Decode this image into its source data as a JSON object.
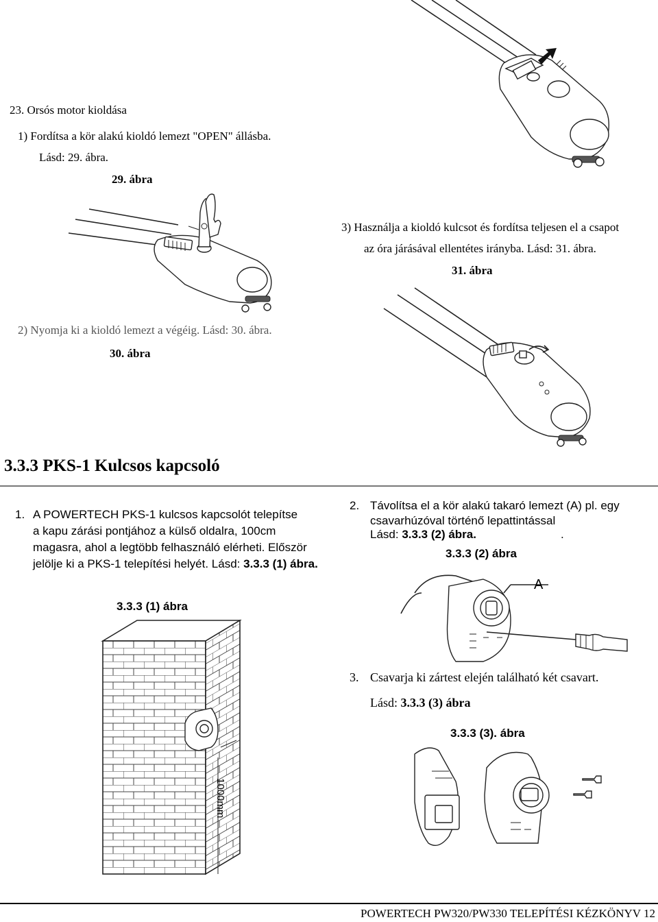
{
  "step23": {
    "heading": "23.   Orsós motor kioldása",
    "item1": "1)   Fordítsa a kör alakú kioldó lemezt \"OPEN\" állásba.",
    "item1_ref_prefix": "Lásd: ",
    "item1_ref": "29. ábra.",
    "fig29_caption": "29. ábra",
    "item2": "2)   Nyomja ki a kioldó lemezt a végéig. Lásd: ",
    "item2_ref": "30. ábra.",
    "fig30_caption": "30. ábra",
    "item3_line1": "3)   Használja a kioldó kulcsot és fordítsa teljesen el a csapot",
    "item3_line2_prefix": "az óra járásával ellentétes irányba. Lásd: ",
    "item3_ref": "31. ábra.",
    "fig31_caption": "31. ábra"
  },
  "section": {
    "title": "3.3.3 PKS-1 Kulcsos kapcsoló"
  },
  "pks1": {
    "step1_number": "1.",
    "step1_line1": "A POWERTECH PKS-1 kulcsos kapcsolót telepítse",
    "step1_line2": "a kapu zárási pontjához a külső oldalra, 100cm",
    "step1_line3": "magasra, ahol a legtöbb felhasználó elérheti. Először",
    "step1_line4_prefix": "jelölje ki a PKS-1 telepítési helyét. Lásd: ",
    "step1_ref": "3.3.3 (1) ábra.",
    "fig1_caption": "3.3.3 (1) ábra",
    "fig1_dimension": "1000mm",
    "step2_number": "2.",
    "step2_line1": "Távolítsa el a kör alakú takaró lemezt (A) pl. egy",
    "step2_line2": "csavarhúzóval történő lepattintással",
    "step2_line3_prefix": "Lásd: ",
    "step2_ref": "3.3.3 (2) ábra.",
    "step2_dot": ".",
    "fig2_caption": "3.3.3 (2) ábra",
    "fig2_label": "A",
    "step3_number": "3.",
    "step3_line1": "Csavarja ki zártest elején található két csavart.",
    "step3_line2_prefix": "Lásd: ",
    "step3_ref": "3.3.3 (3) ábra",
    "fig3_caption": "3.3.3 (3). ábra"
  },
  "footer": {
    "text": "POWERTECH PW320/PW330 TELEPÍTÉSI KÉZKÖNYV 12"
  }
}
